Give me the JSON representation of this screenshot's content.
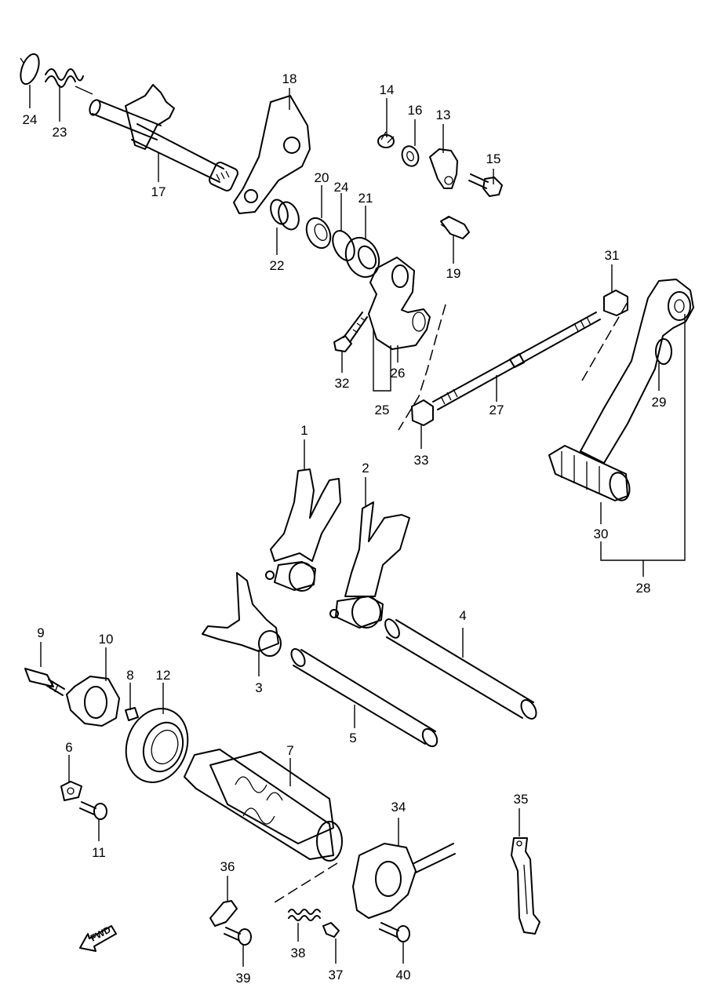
{
  "diagram": {
    "arrow_text": "FWD",
    "labels": [
      {
        "id": "l1",
        "text": "1"
      },
      {
        "id": "l2",
        "text": "2"
      },
      {
        "id": "l3",
        "text": "3"
      },
      {
        "id": "l4",
        "text": "4"
      },
      {
        "id": "l5",
        "text": "5"
      },
      {
        "id": "l6",
        "text": "6"
      },
      {
        "id": "l7",
        "text": "7"
      },
      {
        "id": "l8",
        "text": "8"
      },
      {
        "id": "l9",
        "text": "9"
      },
      {
        "id": "l10",
        "text": "10"
      },
      {
        "id": "l11",
        "text": "11"
      },
      {
        "id": "l12",
        "text": "12"
      },
      {
        "id": "l13",
        "text": "13"
      },
      {
        "id": "l14",
        "text": "14"
      },
      {
        "id": "l15",
        "text": "15"
      },
      {
        "id": "l16",
        "text": "16"
      },
      {
        "id": "l17",
        "text": "17"
      },
      {
        "id": "l18",
        "text": "18"
      },
      {
        "id": "l19",
        "text": "19"
      },
      {
        "id": "l20",
        "text": "20"
      },
      {
        "id": "l21",
        "text": "21"
      },
      {
        "id": "l22",
        "text": "22"
      },
      {
        "id": "l23",
        "text": "23"
      },
      {
        "id": "l24a",
        "text": "24"
      },
      {
        "id": "l24b",
        "text": "24"
      },
      {
        "id": "l25",
        "text": "25"
      },
      {
        "id": "l26",
        "text": "26"
      },
      {
        "id": "l27",
        "text": "27"
      },
      {
        "id": "l28",
        "text": "28"
      },
      {
        "id": "l29",
        "text": "29"
      },
      {
        "id": "l30",
        "text": "30"
      },
      {
        "id": "l31",
        "text": "31"
      },
      {
        "id": "l32",
        "text": "32"
      },
      {
        "id": "l33",
        "text": "33"
      },
      {
        "id": "l34",
        "text": "34"
      },
      {
        "id": "l35",
        "text": "35"
      },
      {
        "id": "l36",
        "text": "36"
      },
      {
        "id": "l37",
        "text": "37"
      },
      {
        "id": "l38",
        "text": "38"
      },
      {
        "id": "l39",
        "text": "39"
      },
      {
        "id": "l40",
        "text": "40"
      }
    ]
  }
}
